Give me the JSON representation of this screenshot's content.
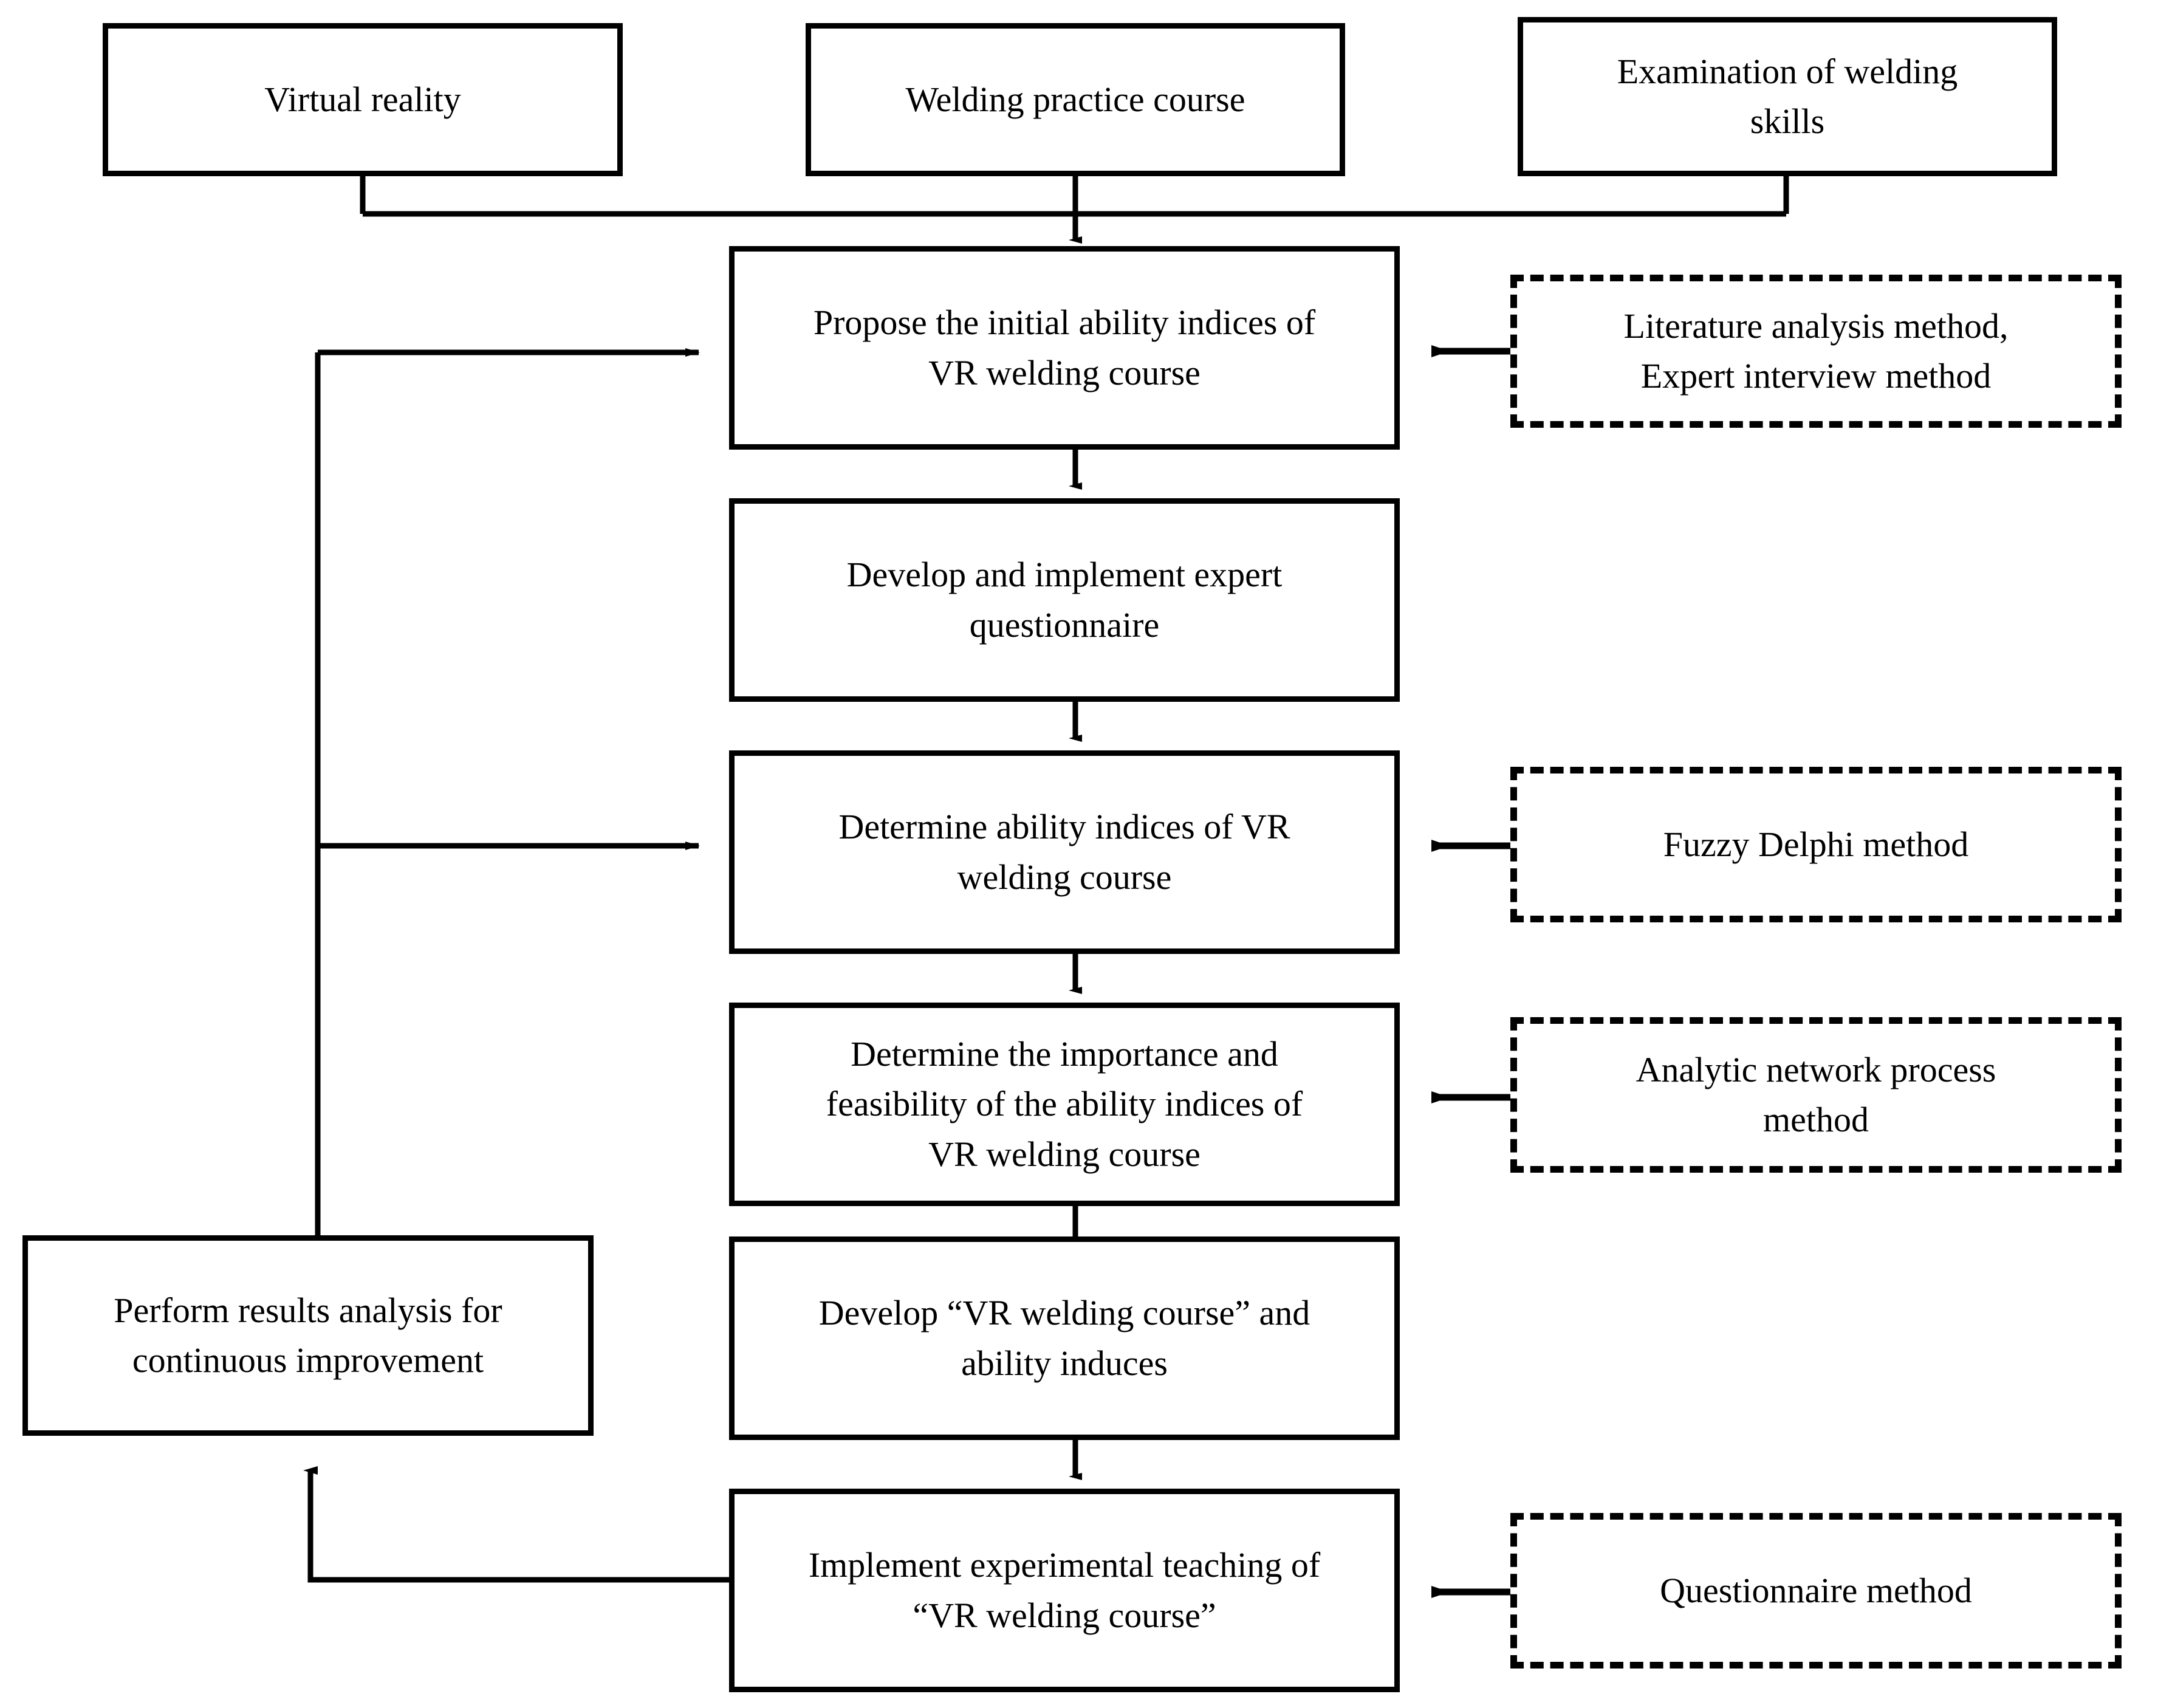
{
  "diagram": {
    "title": "VR welding course research flow",
    "stroke_color": "#000000",
    "background_color": "#ffffff",
    "text_color": "#000000"
  },
  "inputs": [
    {
      "id": "virtual-reality",
      "label": "Virtual reality"
    },
    {
      "id": "welding-practice-course",
      "label": "Welding practice course"
    },
    {
      "id": "examination-of-welding-skills",
      "label": "Examination of welding\nskills"
    }
  ],
  "steps": [
    {
      "id": "propose-initial-ability-indices",
      "label": "Propose the initial ability indices of\nVR welding course"
    },
    {
      "id": "develop-implement-expert-questionnaire",
      "label": "Develop and implement expert\nquestionnaire"
    },
    {
      "id": "determine-ability-indices",
      "label": "Determine ability indices of VR\nwelding course"
    },
    {
      "id": "determine-importance-feasibility",
      "label": "Determine the importance and\nfeasibility of the ability indices of\nVR welding course"
    },
    {
      "id": "develop-vr-welding-course",
      "label": "Develop “VR welding course” and\nability induces"
    },
    {
      "id": "implement-experimental-teaching",
      "label": "Implement experimental teaching of\n“VR welding course”"
    }
  ],
  "methods": [
    {
      "id": "literature-expert-interview",
      "label": "Literature analysis method,\nExpert interview method"
    },
    {
      "id": "fuzzy-delphi",
      "label": "Fuzzy Delphi method"
    },
    {
      "id": "analytic-network-process",
      "label": "Analytic network process\nmethod"
    },
    {
      "id": "questionnaire-method",
      "label": "Questionnaire method"
    }
  ],
  "feedback": {
    "id": "perform-results-analysis",
    "label": "Perform results analysis for\ncontinuous improvement"
  }
}
